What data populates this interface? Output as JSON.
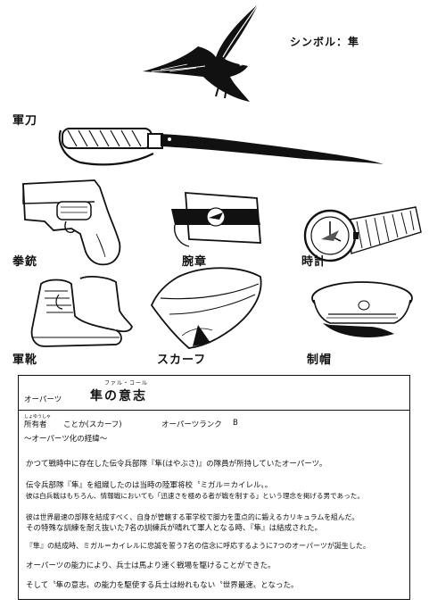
{
  "symbol": {
    "label": "シンボル：隼"
  },
  "items": {
    "sword": "軍刀",
    "pistol": "拳銃",
    "armband": "腕章",
    "watch": "時計",
    "boots": "軍靴",
    "scarf": "スカーフ",
    "cap": "制帽"
  },
  "card": {
    "category": "オーパーツ",
    "title": "隼の意志",
    "title_ruby": "ファル・コール",
    "owner_label": "所有者",
    "owner_ruby": "しょゆうしゃ",
    "owner_value": "ことか(スカーフ)",
    "rank_label": "オーパーツランク",
    "rank_value": "B",
    "subheading": "〜オーパーツ化の経緯〜",
    "paragraphs": [
      "かつて戦時中に存在した伝令兵部隊『隼(はやぶさ)』の隊員が所持していたオーパーツ。",
      "伝令兵部隊『隼』を組織したのは当時の陸軍将校〝ミガル＝カイレル〟。",
      "彼は白兵戦はもちろん、情報戦においても「迅速さを極める者が戦を制する」という理念を掲げる男であった。",
      "彼は世界最速の部隊を結成すべく、自身が管轄する軍学校で脚力を重点的に鍛えるカリキュラムを組んだ。",
      "その特殊な訓練を耐え抜いた7名の訓練兵が晴れて軍人となる時、『隼』は結成された。",
      "『隼』の結成時、ミガル＝カイレルに忠誠を誓う7名の信念に呼応するように7つのオーパーツが誕生した。",
      "オーパーツの能力により、兵士は馬より速く戦場を駆けることができた。",
      "そして〝隼の意志〟の能力を駆使する兵士は紛れもない〝世界最速〟となった。"
    ]
  }
}
